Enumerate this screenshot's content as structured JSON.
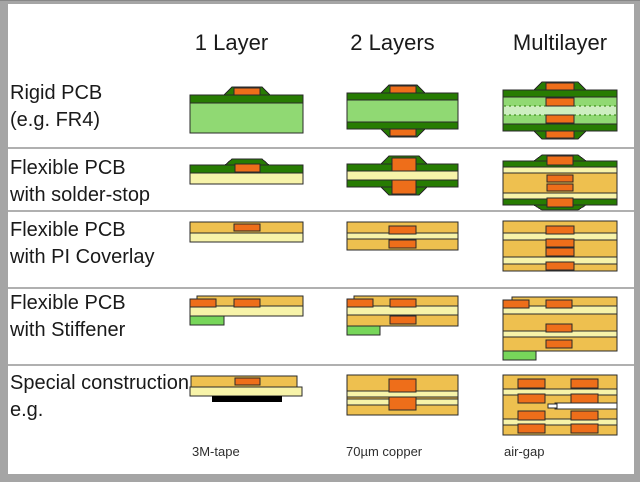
{
  "columns": [
    {
      "label": "1 Layer"
    },
    {
      "label": "2 Layers"
    },
    {
      "label": "Multilayer"
    }
  ],
  "rows": [
    {
      "id": "rigid-pcb",
      "label": [
        "Rigid PCB",
        "(e.g. FR4)"
      ]
    },
    {
      "id": "flex-solder-stop",
      "label": [
        "Flexible PCB",
        "with solder-stop"
      ]
    },
    {
      "id": "flex-pi-coverlay",
      "label": [
        "Flexible PCB",
        "with PI Coverlay"
      ]
    },
    {
      "id": "flex-stiffener",
      "label": [
        "Flexible PCB",
        "with Stiffener"
      ]
    },
    {
      "id": "special-construction",
      "label": [
        "Special construction",
        "e.g."
      ]
    }
  ],
  "footnotes": [
    {
      "label": "3M-tape"
    },
    {
      "label": "70µm copper"
    },
    {
      "label": "air-gap"
    }
  ],
  "colors": {
    "frame": "#a5a5a5",
    "separator": "#b0b0b0",
    "text": "#1a1a1a",
    "pcb_green_light": "#90d973",
    "pcb_green_dark": "#277c02",
    "pcb_green_pale": "#cdeec0",
    "stiffener_green": "#77d65a",
    "copper_orange": "#ee6e1a",
    "gold": "#eec04f",
    "cream": "#f7f3a9",
    "tape_black": "#000000",
    "air_gap_white": "#ffffff",
    "outline": "#2a2a2a"
  }
}
